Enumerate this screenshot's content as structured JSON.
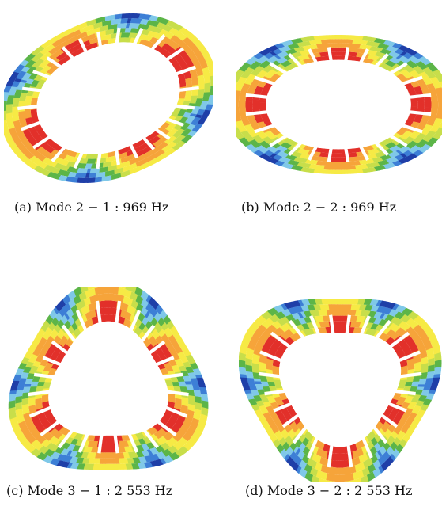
{
  "figure": {
    "palette": {
      "blue_dark": "#1f3fa8",
      "blue": "#3d7fd6",
      "cyan": "#7fc8e8",
      "green": "#5cb548",
      "yellow_green": "#c8de4a",
      "yellow": "#f6ea45",
      "orange": "#f6a43a",
      "red": "#e2302a",
      "slot": "#ffffff"
    },
    "panels": [
      {
        "id": "a",
        "caption": "(a) Mode 2 − 1 : 969 Hz",
        "mode_order": 2,
        "frequency_hz": 969,
        "slot_count": 24
      },
      {
        "id": "b",
        "caption": "(b) Mode 2 − 2 : 969 Hz",
        "mode_order": 2,
        "frequency_hz": 969,
        "slot_count": 24
      },
      {
        "id": "c",
        "caption": "(c) Mode 3 − 1 : 2 553 Hz",
        "mode_order": 3,
        "frequency_hz": 2553,
        "slot_count": 24
      },
      {
        "id": "d",
        "caption": "(d) Mode 3 − 2 : 2 553 Hz",
        "mode_order": 3,
        "frequency_hz": 2553,
        "slot_count": 24
      }
    ]
  }
}
